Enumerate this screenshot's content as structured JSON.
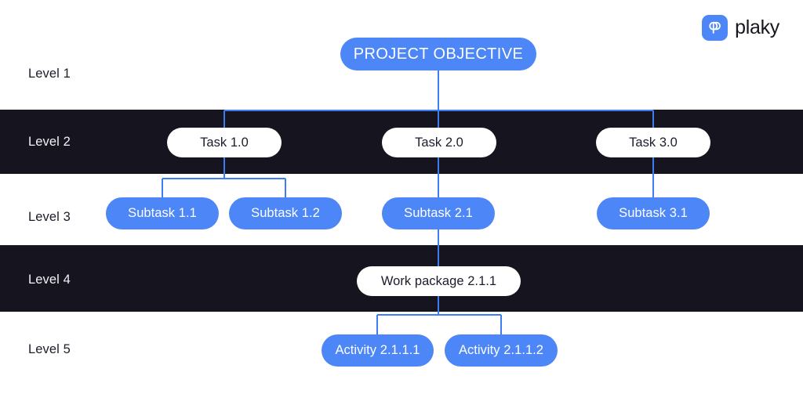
{
  "brand": {
    "name": "plaky",
    "mark_icon": "plaky-logo-icon",
    "accent_color": "#4d86f7"
  },
  "colors": {
    "accent_blue": "#4d86f7",
    "connector_blue": "#3d7df3",
    "band_dark": "#15141f",
    "node_white": "#ffffff",
    "text_dark": "#1d1c2b",
    "text_light": "#f2f2f6",
    "page_background": "#ffffff"
  },
  "levels": [
    {
      "label": "Level 1",
      "theme": "light"
    },
    {
      "label": "Level 2",
      "theme": "dark"
    },
    {
      "label": "Level 3",
      "theme": "light"
    },
    {
      "label": "Level 4",
      "theme": "dark"
    },
    {
      "label": "Level 5",
      "theme": "light"
    }
  ],
  "nodes": {
    "root": {
      "label": "PROJECT OBJECTIVE",
      "level": 1,
      "style": "blue"
    },
    "task_1": {
      "label": "Task 1.0",
      "level": 2,
      "style": "white"
    },
    "task_2": {
      "label": "Task 2.0",
      "level": 2,
      "style": "white"
    },
    "task_3": {
      "label": "Task 3.0",
      "level": 2,
      "style": "white"
    },
    "subtask_1_1": {
      "label": "Subtask 1.1",
      "level": 3,
      "style": "blue"
    },
    "subtask_1_2": {
      "label": "Subtask 1.2",
      "level": 3,
      "style": "blue"
    },
    "subtask_2_1": {
      "label": "Subtask 2.1",
      "level": 3,
      "style": "blue"
    },
    "subtask_3_1": {
      "label": "Subtask 3.1",
      "level": 3,
      "style": "blue"
    },
    "work_package_2_1_1": {
      "label": "Work package 2.1.1",
      "level": 4,
      "style": "white"
    },
    "activity_2_1_1_1": {
      "label": "Activity 2.1.1.1",
      "level": 5,
      "style": "blue"
    },
    "activity_2_1_1_2": {
      "label": "Activity 2.1.1.2",
      "level": 5,
      "style": "blue"
    }
  },
  "chart_data": {
    "type": "diagram",
    "diagram_type": "work-breakdown-structure",
    "title": "PROJECT OBJECTIVE",
    "level_labels": [
      "Level 1",
      "Level 2",
      "Level 3",
      "Level 4",
      "Level 5"
    ],
    "hierarchy": [
      {
        "id": "root",
        "label": "PROJECT OBJECTIVE",
        "level": 1,
        "children": [
          {
            "id": "task_1",
            "label": "Task 1.0",
            "level": 2,
            "children": [
              {
                "id": "subtask_1_1",
                "label": "Subtask 1.1",
                "level": 3,
                "children": []
              },
              {
                "id": "subtask_1_2",
                "label": "Subtask 1.2",
                "level": 3,
                "children": []
              }
            ]
          },
          {
            "id": "task_2",
            "label": "Task 2.0",
            "level": 2,
            "children": [
              {
                "id": "subtask_2_1",
                "label": "Subtask 2.1",
                "level": 3,
                "children": [
                  {
                    "id": "work_package_2_1_1",
                    "label": "Work package 2.1.1",
                    "level": 4,
                    "children": [
                      {
                        "id": "activity_2_1_1_1",
                        "label": "Activity 2.1.1.1",
                        "level": 5,
                        "children": []
                      },
                      {
                        "id": "activity_2_1_1_2",
                        "label": "Activity 2.1.1.2",
                        "level": 5,
                        "children": []
                      }
                    ]
                  }
                ]
              }
            ]
          },
          {
            "id": "task_3",
            "label": "Task 3.0",
            "level": 2,
            "children": [
              {
                "id": "subtask_3_1",
                "label": "Subtask 3.1",
                "level": 3,
                "children": []
              }
            ]
          }
        ]
      }
    ],
    "edges": [
      [
        "root",
        "task_1"
      ],
      [
        "root",
        "task_2"
      ],
      [
        "root",
        "task_3"
      ],
      [
        "task_1",
        "subtask_1_1"
      ],
      [
        "task_1",
        "subtask_1_2"
      ],
      [
        "task_2",
        "subtask_2_1"
      ],
      [
        "task_3",
        "subtask_3_1"
      ],
      [
        "subtask_2_1",
        "work_package_2_1_1"
      ],
      [
        "work_package_2_1_1",
        "activity_2_1_1_1"
      ],
      [
        "work_package_2_1_1",
        "activity_2_1_1_2"
      ]
    ],
    "node_counts_per_level": [
      1,
      3,
      4,
      1,
      2
    ]
  }
}
